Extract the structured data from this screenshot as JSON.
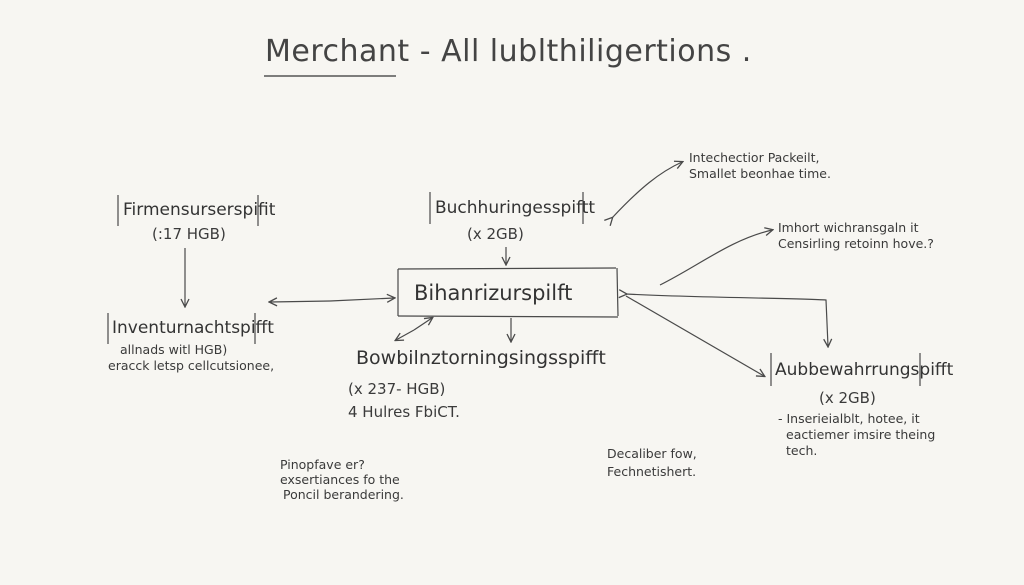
{
  "title": "Merchant  -  All lublthiligertions .",
  "nodes": {
    "firmen": {
      "label": "Firmensurserspifit",
      "sub": "(:17 HGB)"
    },
    "buchung": {
      "label": "Buchhuringesspiftt",
      "sub": "(x 2GB)"
    },
    "center": {
      "label": "Bihanrizurspilft"
    },
    "inventur": {
      "label": "Inventurnachtspifft",
      "note1": "allnads witl HGB)",
      "note2": "eracck letsp cellcutsionee,"
    },
    "bowbil": {
      "label": "Bowbilnztorningsingsspifft",
      "sub1": "(x 237- HGB)",
      "sub2": "4  Hulres FbiCT."
    },
    "aufbe": {
      "label": "Aubbewahrrungspifft",
      "sub": "(x 2GB)",
      "note1": "-  Inserieialblt, hotee, it",
      "note2": "eactiemer imsire theing",
      "note3": "tech."
    }
  },
  "notes": {
    "top_right_1": "Intechectior Packeilt,",
    "top_right_2": "Smallet beonhae time.",
    "mid_right_1": "Imhort wichransgaln it",
    "mid_right_2": "Censirling retoinn hove.?",
    "bottom_left_1": "Pinopfave er?",
    "bottom_left_2": "exsertiances fo the",
    "bottom_left_3": "Poncil berandering.",
    "bottom_mid_1": "Decaliber fow,",
    "bottom_mid_2": "Fechnetishert."
  }
}
